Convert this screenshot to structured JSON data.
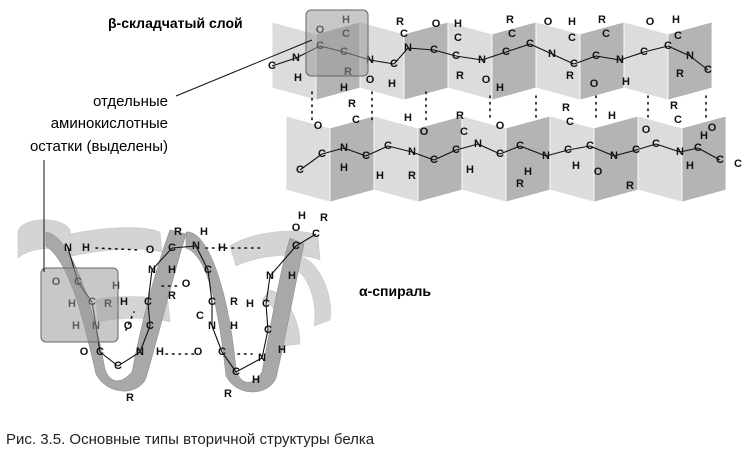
{
  "labels": {
    "beta_sheet": "β-складчатый слой",
    "residues_line1": "отдельные",
    "residues_line2": "аминокислотные",
    "residues_line3": "остатки (выделены)",
    "alpha_helix": "α-спираль"
  },
  "caption": "Рис. 3.5. Основные типы вторичной структуры белка",
  "atoms": {
    "carbon": "C",
    "oxygen": "O",
    "nitrogen": "N",
    "hydrogen": "H",
    "residue": "R"
  },
  "colors": {
    "pleat_light": "#dcdcdc",
    "pleat_dark": "#b4b4b4",
    "ribbon_light": "#d4d4d4",
    "ribbon_dark": "#a8a8a8",
    "highlight_box": "#9a9a9a"
  }
}
